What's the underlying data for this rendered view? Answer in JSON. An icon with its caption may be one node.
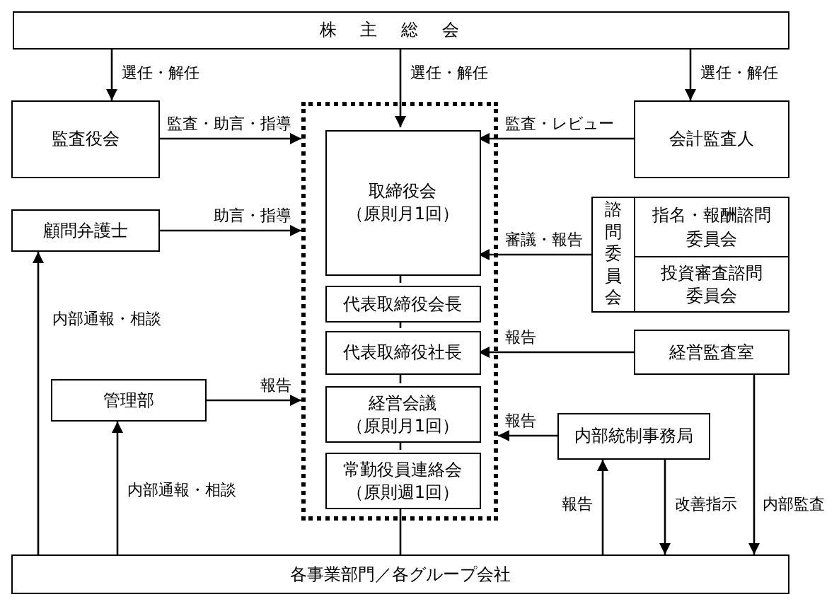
{
  "diagram": {
    "nodes": [
      {
        "text": [
          "株主総会"
        ]
      },
      {
        "text": [
          "監査役会"
        ]
      },
      {
        "text": [
          "会計監査人"
        ]
      },
      {
        "text": [],
        "shape": "box"
      },
      {
        "text": [
          "取締役会（原則月1回）"
        ],
        "in": 3
      },
      {
        "text": [
          "顧問弁護士"
        ]
      },
      {
        "text": [
          "諮問委員会"
        ]
      },
      {
        "text": [
          "指名・報酬諮問委員会"
        ]
      },
      {
        "text": [
          "投資審査諮問委員会"
        ]
      },
      {
        "text": [
          "代表取締役会長"
        ],
        "in": 3
      },
      {
        "text": [
          "代表取締役社長"
        ],
        "in": 3
      },
      {
        "text": [
          "経営監査室"
        ]
      },
      {
        "text": [
          "管理部"
        ]
      },
      {
        "text": [
          "経営会議（原則月1回）"
        ],
        "in": 3
      },
      {
        "text": [
          "内部統制事務局"
        ]
      },
      {
        "text": [
          "常勤役員連絡会（原則週1回）"
        ],
        "in": 3
      },
      {
        "text": [
          "各事業部門／各グループ会社"
        ]
      }
    ],
    "edges": [
      {
        "from": 0,
        "to": 1,
        "arrow": "to",
        "label": "選任・解任"
      },
      {
        "from": 0,
        "to": 4,
        "arrow": "to",
        "label": "選任・解任"
      },
      {
        "from": 0,
        "to": 2,
        "arrow": "to",
        "label": "選任・解任"
      },
      {
        "from": 1,
        "to": 3,
        "arrow": "to",
        "label": "監査・助言・指導"
      },
      {
        "from": 2,
        "to": 4,
        "arrow": "to",
        "label": "監査・レビュー"
      },
      {
        "from": 5,
        "to": 3,
        "arrow": "to",
        "label": "助言・指導"
      },
      {
        "from": 6,
        "to": 4,
        "arrow": "to",
        "label": "審議・報告"
      },
      {
        "from": 11,
        "to": 10,
        "arrow": "to",
        "label": "報告"
      },
      {
        "from": 12,
        "to": 3,
        "arrow": "to",
        "label": "報告"
      },
      {
        "from": 14,
        "to": 3,
        "arrow": "to",
        "label": "報告"
      },
      {
        "from": 16,
        "to": 5,
        "arrow": "to",
        "label": "内部通報・相談"
      },
      {
        "from": 16,
        "to": 12,
        "arrow": "to",
        "label": "内部通報・相談"
      },
      {
        "from": 16,
        "to": 14,
        "arrow": "to",
        "label": "報告"
      },
      {
        "from": 14,
        "to": 16,
        "arrow": "to",
        "label": "改善指示"
      },
      {
        "from": 11,
        "to": 16,
        "arrow": "to",
        "label": "内部監査"
      },
      {
        "from": 4,
        "to": 9,
        "arrow": "none"
      },
      {
        "from": 9,
        "to": 10,
        "arrow": "none"
      },
      {
        "from": 10,
        "to": 13,
        "arrow": "none"
      },
      {
        "from": 13,
        "to": 15,
        "arrow": "none"
      },
      {
        "from": 15,
        "to": 16,
        "arrow": "none"
      }
    ]
  }
}
